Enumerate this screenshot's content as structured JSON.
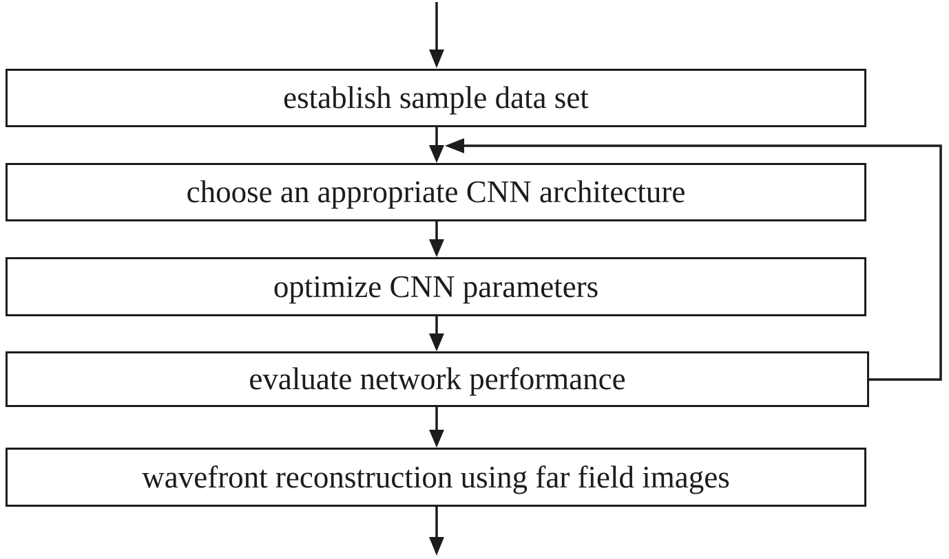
{
  "diagram": {
    "title": "CNN wavefront reconstruction workflow flowchart",
    "colors": {
      "stroke": "#1c1c1c",
      "background": "#ffffff"
    },
    "steps": [
      {
        "id": "step-1",
        "label": "establish sample data set"
      },
      {
        "id": "step-2",
        "label": "choose an appropriate CNN architecture"
      },
      {
        "id": "step-3",
        "label": "optimize CNN parameters"
      },
      {
        "id": "step-4",
        "label": "evaluate network performance"
      },
      {
        "id": "step-5",
        "label": "wavefront reconstruction using far field images"
      }
    ],
    "edges": [
      {
        "from": "start",
        "to": "step-1",
        "type": "arrow-down"
      },
      {
        "from": "step-1",
        "to": "step-2",
        "type": "arrow-down"
      },
      {
        "from": "step-2",
        "to": "step-3",
        "type": "arrow-down"
      },
      {
        "from": "step-3",
        "to": "step-4",
        "type": "arrow-down"
      },
      {
        "from": "step-4",
        "to": "step-5",
        "type": "arrow-down"
      },
      {
        "from": "step-5",
        "to": "end",
        "type": "arrow-down"
      },
      {
        "from": "step-4",
        "to": "step-2",
        "type": "feedback-loop-right"
      }
    ]
  }
}
